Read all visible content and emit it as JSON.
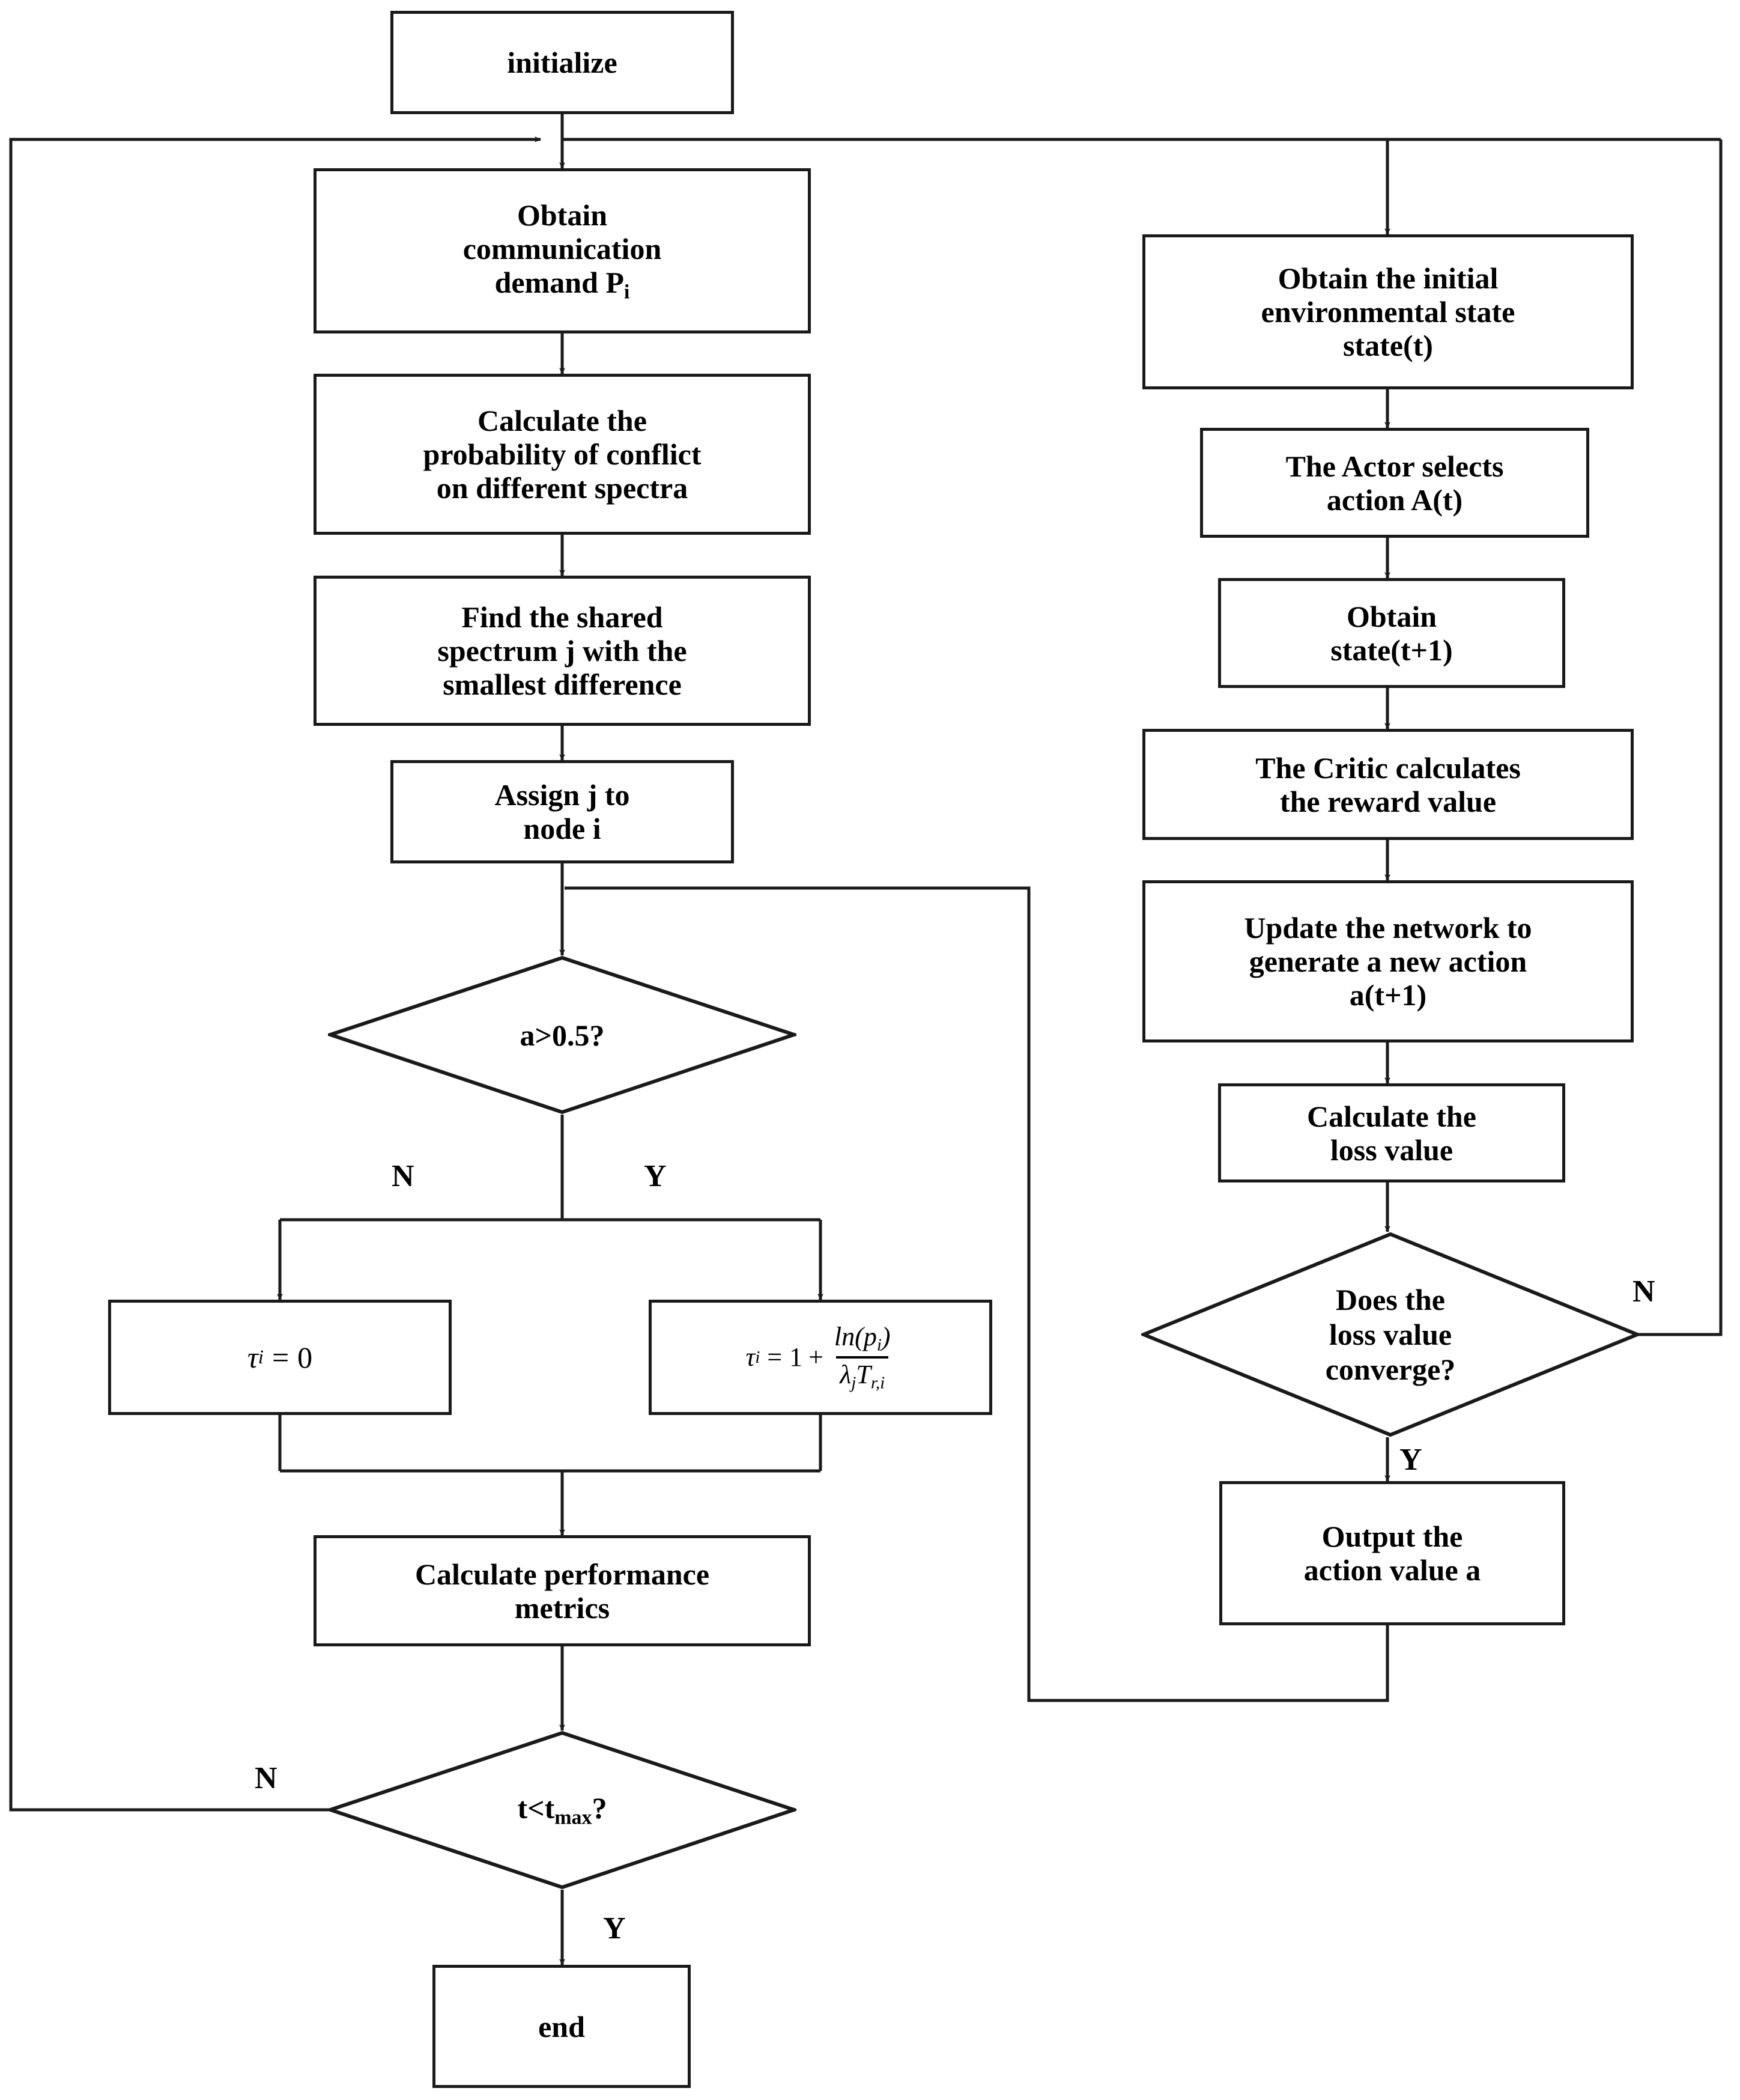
{
  "diagram": {
    "title": "Algorithm flowchart",
    "type": "flowchart",
    "stroke_color": "#1a1a1a",
    "background_color": "#ffffff"
  },
  "nodes": {
    "initialize": {
      "label": "initialize",
      "shape": "rectangle"
    },
    "obtain_demand": {
      "label_line1": "Obtain",
      "label_line2": "communication",
      "label_line3_pre": "demand P",
      "label_line3_sub": "i",
      "shape": "rectangle"
    },
    "calc_conflict": {
      "label_line1": "Calculate the",
      "label_line2": "probability of conflict",
      "label_line3": "on different spectra",
      "shape": "rectangle"
    },
    "find_spectrum": {
      "label_line1": "Find the shared",
      "label_line2": "spectrum j with the",
      "label_line3": "smallest difference",
      "shape": "rectangle"
    },
    "assign_j": {
      "label_line1": "Assign j to",
      "label_line2": "node i",
      "shape": "rectangle"
    },
    "decision_a": {
      "label_pre": "a>0.5",
      "label_post": "?",
      "shape": "diamond"
    },
    "tau_zero": {
      "formula_text": "τi = 0",
      "lhs": "τ",
      "lhs_sub": "i",
      "eq": "=",
      "rhs": "0",
      "shape": "rectangle"
    },
    "tau_log": {
      "formula_text": "τi = 1 + ln(pi)/(λj Tr,i)",
      "lhs": "τ",
      "lhs_sub": "i",
      "eq": "=",
      "one": "1",
      "plus": "+",
      "num_fn": "ln(",
      "num_var": "p",
      "num_sub": "i",
      "num_close": ")",
      "den_lam": "λ",
      "den_lam_sub": "j",
      "den_T": "T",
      "den_T_sub": "r,i",
      "shape": "rectangle"
    },
    "calc_metrics": {
      "label_line1": "Calculate performance",
      "label_line2": "metrics",
      "shape": "rectangle"
    },
    "decision_t": {
      "label_pre": "t<t",
      "label_sub": "max",
      "label_post": "?",
      "shape": "diamond"
    },
    "end": {
      "label": "end",
      "shape": "rectangle"
    },
    "obtain_state": {
      "label_line1": "Obtain the initial",
      "label_line2": "environmental state",
      "label_line3": "state(t)",
      "shape": "rectangle"
    },
    "actor_action": {
      "label_line1": "The Actor selects",
      "label_line2": "action A(t)",
      "shape": "rectangle"
    },
    "obtain_state_next": {
      "label_line1": "Obtain",
      "label_line2": "state(t+1)",
      "shape": "rectangle"
    },
    "critic_reward": {
      "label_line1": "The Critic calculates",
      "label_line2": "the reward value",
      "shape": "rectangle"
    },
    "update_network": {
      "label_line1": "Update the network to",
      "label_line2": "generate a new action",
      "label_line3": "a(t+1)",
      "shape": "rectangle"
    },
    "calc_loss": {
      "label_line1": "Calculate the",
      "label_line2": "loss value",
      "shape": "rectangle"
    },
    "decision_converge": {
      "label_line1": "Does the",
      "label_line2": "loss value",
      "label_line3": "converge?",
      "shape": "diamond"
    },
    "output_action": {
      "label_line1": "Output the",
      "label_line2": "action value a",
      "shape": "rectangle"
    }
  },
  "edge_labels": {
    "a_no": "N",
    "a_yes": "Y",
    "t_no": "N",
    "t_yes": "Y",
    "converge_no": "N",
    "converge_yes": "Y"
  }
}
